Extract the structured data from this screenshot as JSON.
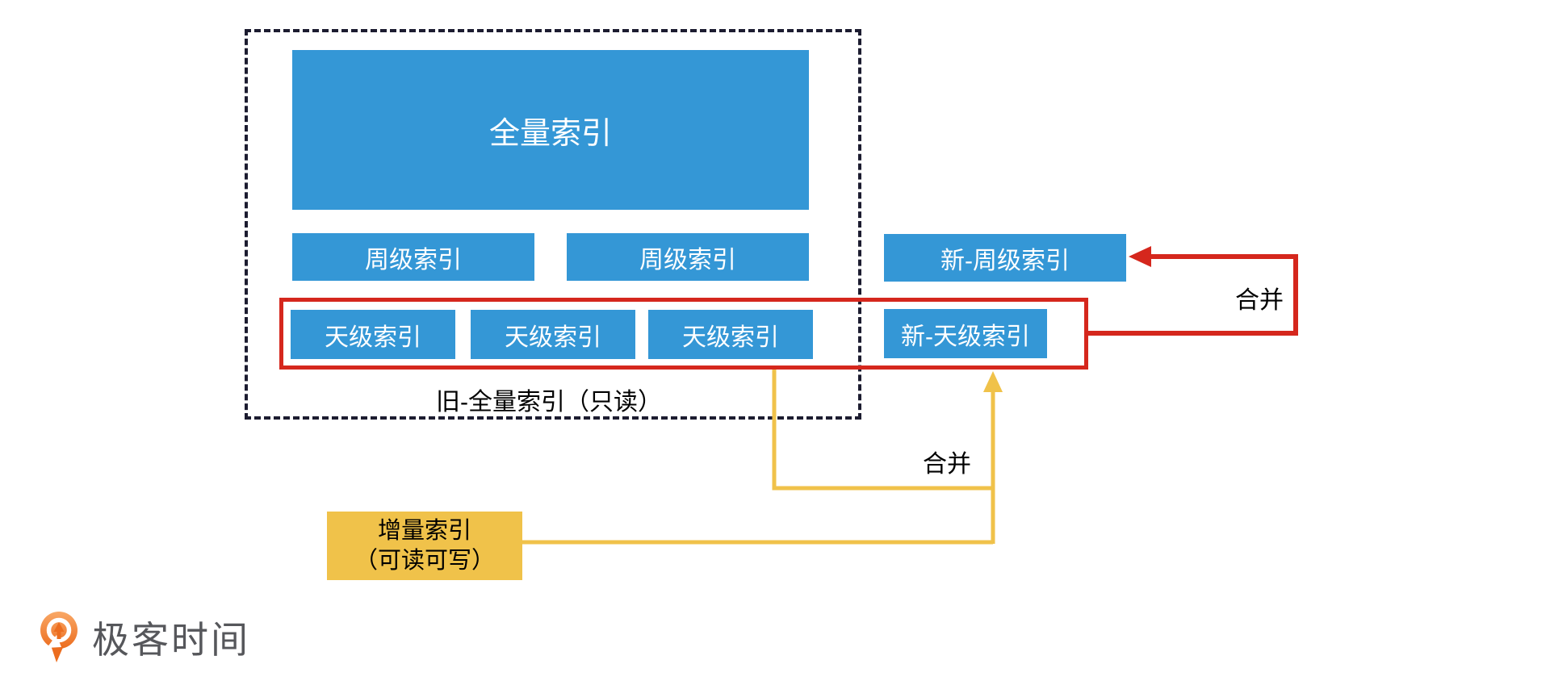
{
  "page": {
    "background": "#ffffff"
  },
  "diagram": {
    "old_full_index_group": {
      "caption": "旧-全量索引（只读）",
      "full_index_label": "全量索引",
      "week_index_labels": [
        "周级索引",
        "周级索引"
      ],
      "day_index_labels": [
        "天级索引",
        "天级索引",
        "天级索引"
      ]
    },
    "new_week_index_label": "新-周级索引",
    "new_day_index_label": "新-天级索引",
    "incremental_index": {
      "line1": "增量索引",
      "line2": "（可读可写）"
    },
    "merge_red_label": "合并",
    "merge_yellow_label": "合并",
    "colors": {
      "index_box_blue": "#3497d6",
      "incremental_yellow": "#f0c24a",
      "merge_arrow_red": "#d5271d",
      "merge_line_yellow": "#f0c24a",
      "dashed_border": "#1c1c30",
      "box_text": "#ffffff",
      "label_text": "#000000"
    }
  },
  "footer": {
    "brand_name": "极客时间",
    "brand_orange": "#ec6d1f",
    "brand_text_color": "#56575b"
  }
}
